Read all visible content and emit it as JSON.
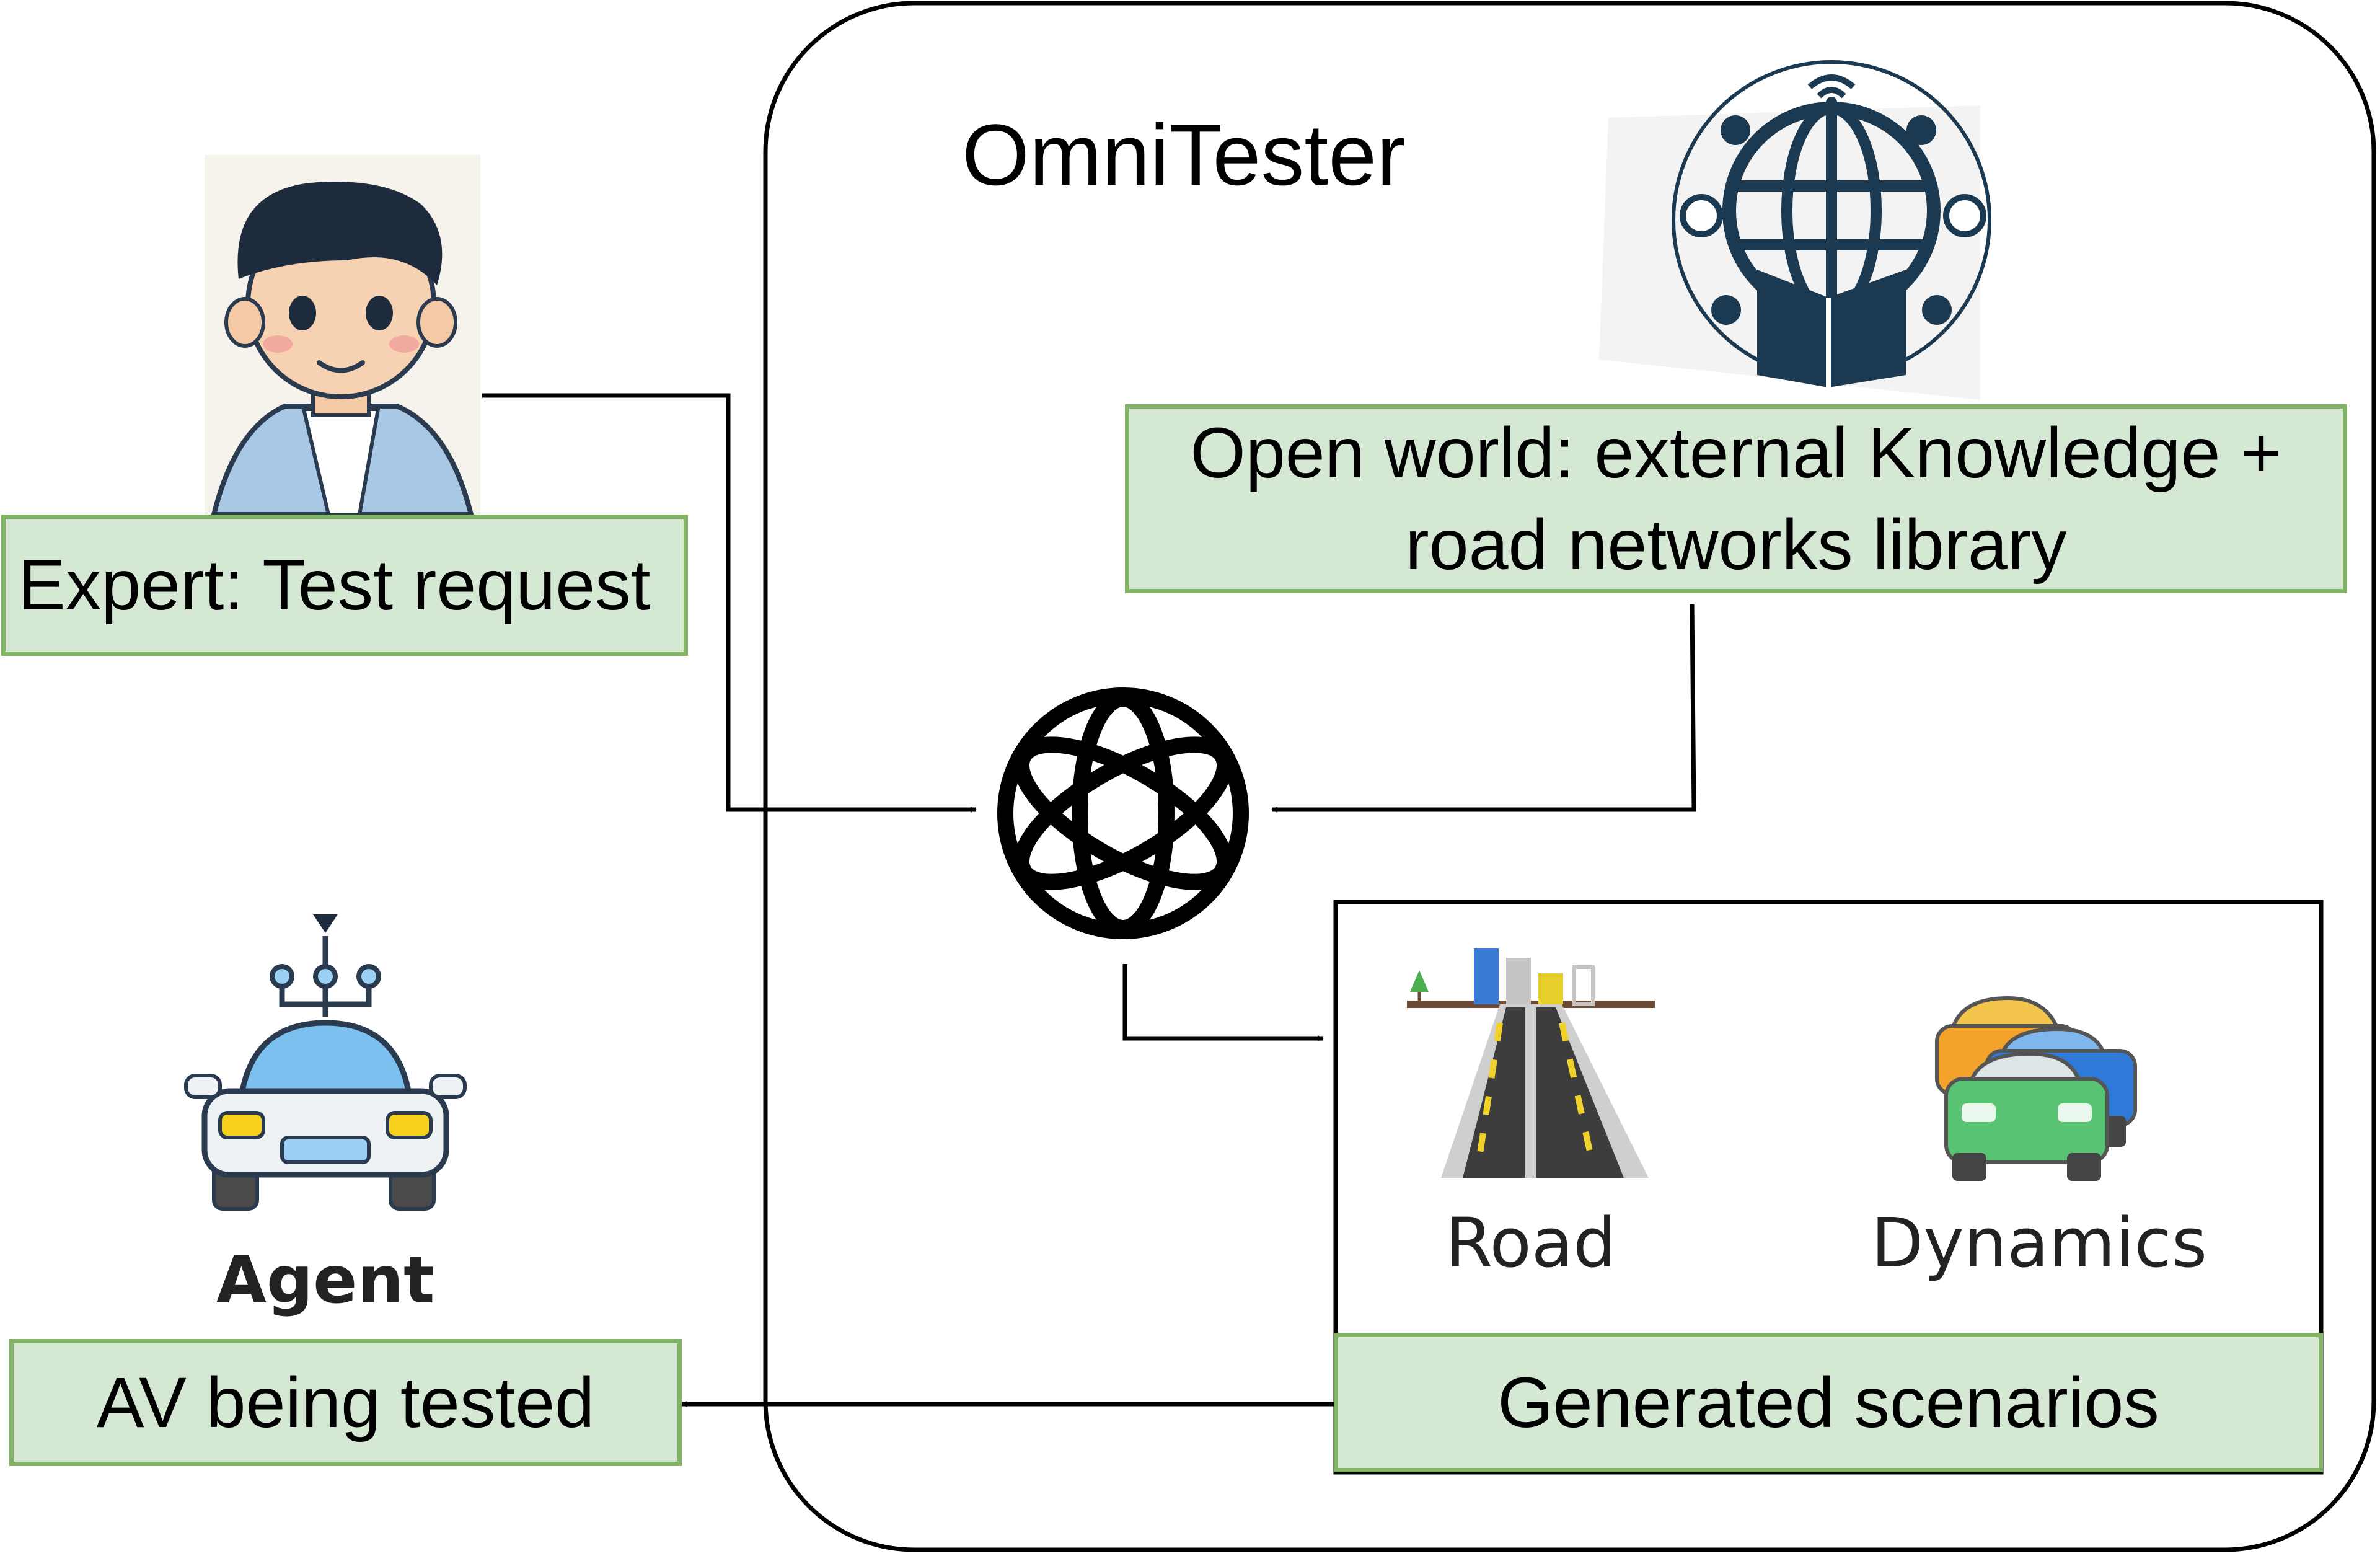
{
  "container": {
    "title": "OmniTester"
  },
  "expert": {
    "label": "Expert: Test request"
  },
  "open_world": {
    "line1": "Open world: external Knowledge +",
    "line2": "road networks library"
  },
  "agent": {
    "caption": "Agent",
    "label": "AV being tested"
  },
  "scenarios": {
    "road_caption": "Road",
    "dynamics_caption": "Dynamics",
    "label": "Generated scenarios"
  },
  "colors": {
    "box_fill": "#d5e8d4",
    "box_border": "#82b366",
    "line": "#000000",
    "globe": "#1b3a52"
  }
}
